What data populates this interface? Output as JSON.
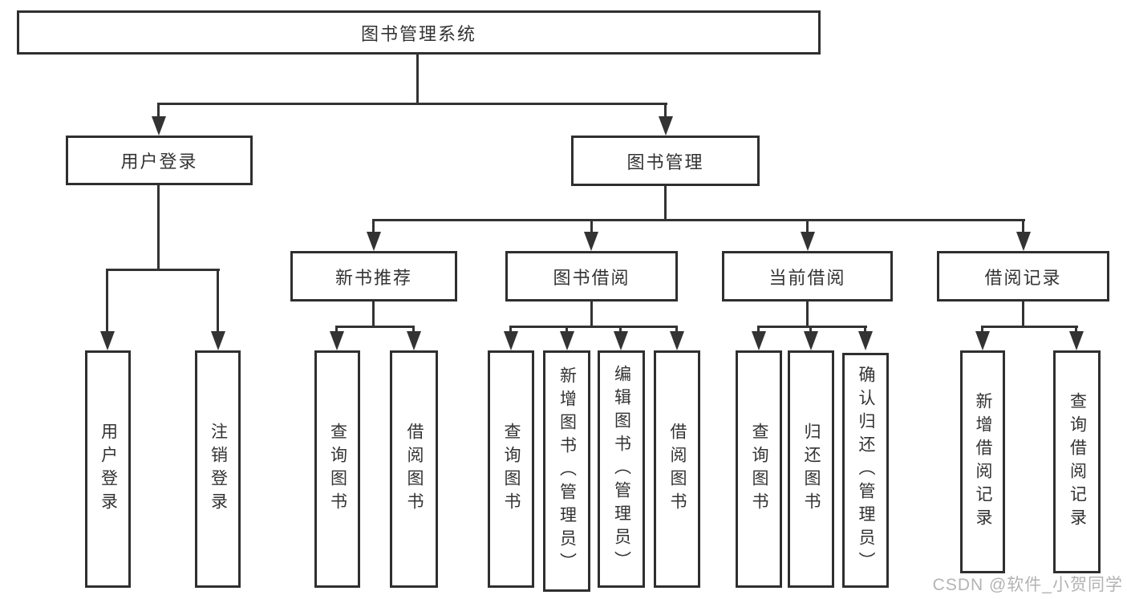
{
  "diagram": {
    "watermark": "CSDN @软件_小贺同学",
    "colors": {
      "line": "#333333",
      "box_border": "#2f2f2f",
      "text": "#333333",
      "watermark": "#b3b3b3",
      "background": "#ffffff"
    },
    "nodes": {
      "root": {
        "label": "图书管理系统"
      },
      "user_login_branch": {
        "label": "用户登录"
      },
      "book_mgmt_branch": {
        "label": "图书管理"
      },
      "new_book_rec": {
        "label": "新书推荐"
      },
      "book_borrow": {
        "label": "图书借阅"
      },
      "current_borrow": {
        "label": "当前借阅"
      },
      "borrow_records": {
        "label": "借阅记录"
      },
      "login": {
        "label": "用户登录"
      },
      "logout": {
        "label": "注销登录"
      },
      "nb_query_books": {
        "label": "查询图书"
      },
      "nb_borrow_books": {
        "label": "借阅图书"
      },
      "bb_query_books": {
        "label": "查询图书"
      },
      "bb_add_books": {
        "label": "新增图书（管理员）"
      },
      "bb_edit_books": {
        "label": "编辑图书（管理员）"
      },
      "bb_borrow_books": {
        "label": "借阅图书"
      },
      "cb_query_books": {
        "label": "查询图书"
      },
      "cb_return_books": {
        "label": "归还图书"
      },
      "cb_confirm_return": {
        "label": "确认归还（管理员）"
      },
      "br_add_record": {
        "label": "新增借阅记录"
      },
      "br_query_record": {
        "label": "查询借阅记录"
      }
    }
  }
}
